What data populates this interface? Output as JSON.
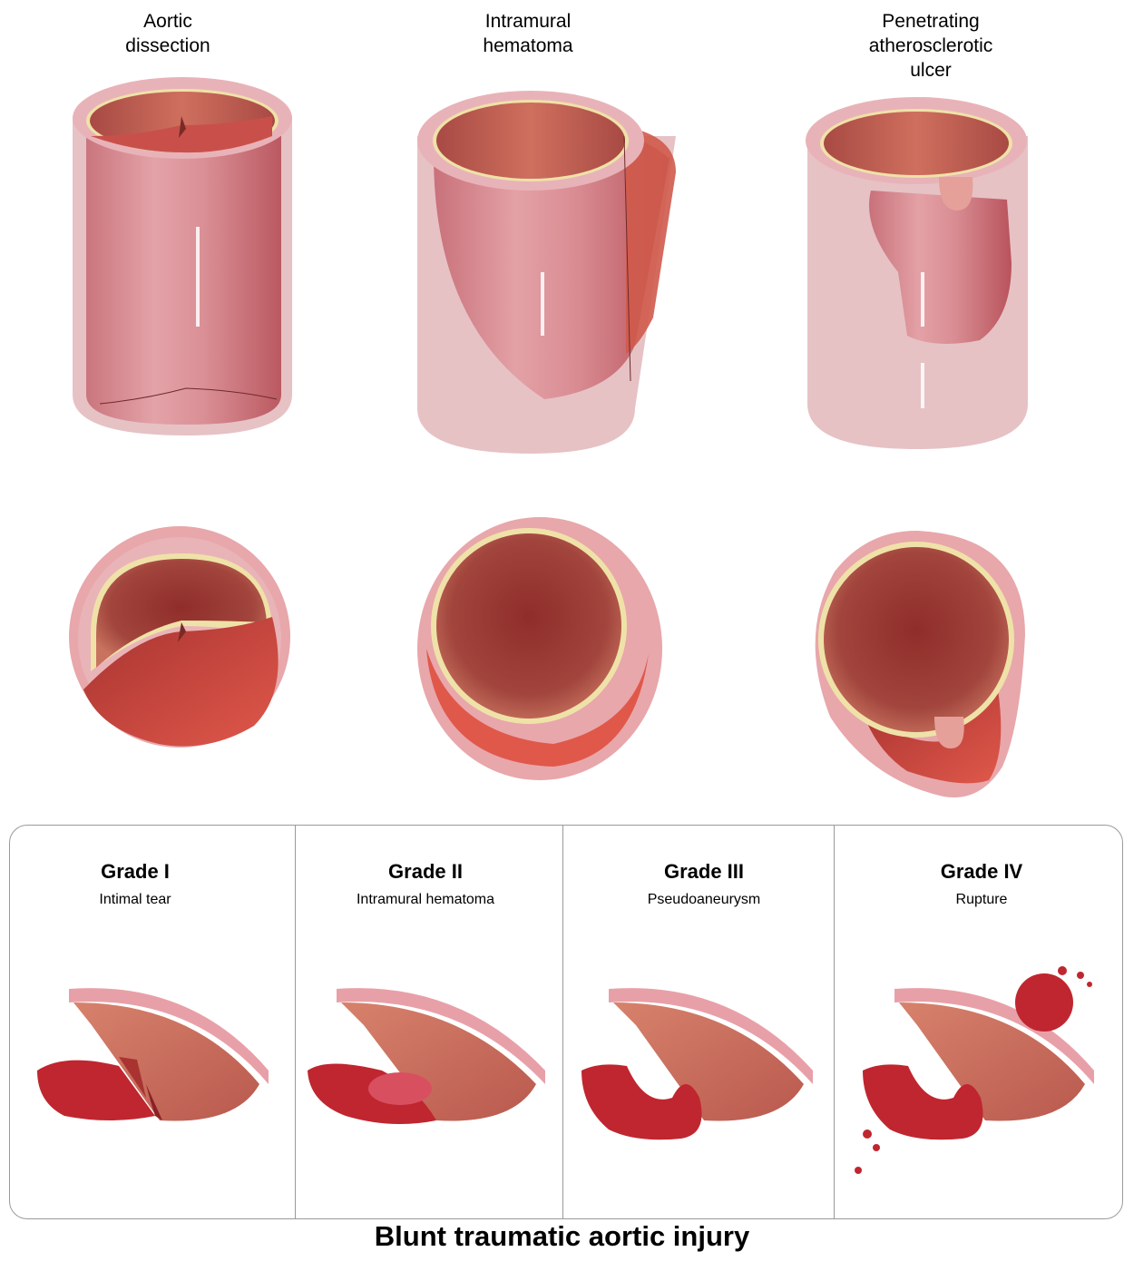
{
  "top_labels": [
    {
      "lines": [
        "Aortic",
        "dissection"
      ]
    },
    {
      "lines": [
        "Intramural",
        "hematoma"
      ]
    },
    {
      "lines": [
        "Penetrating",
        "atherosclerotic",
        "ulcer"
      ]
    }
  ],
  "grades": [
    {
      "title": "Grade I",
      "subtitle": "Intimal tear"
    },
    {
      "title": "Grade II",
      "subtitle": "Intramural hematoma"
    },
    {
      "title": "Grade III",
      "subtitle": "Pseudoaneurysm"
    },
    {
      "title": "Grade IV",
      "subtitle": "Rupture"
    }
  ],
  "title": "Blunt traumatic aortic  injury",
  "colors": {
    "outer_wall": "#e8b3b8",
    "wall_translucent": "#e6c2c5",
    "lumen_dark": "#9c3a34",
    "lumen_mid": "#c95a4c",
    "intima_cream": "#efe2a8",
    "blood_red": "#c8313a",
    "box_border": "#9a9a9a"
  }
}
